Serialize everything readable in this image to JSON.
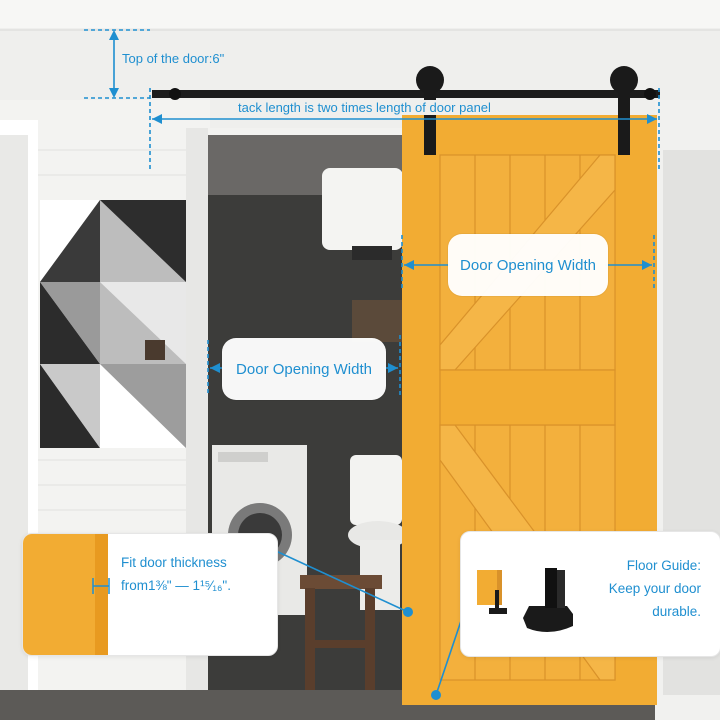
{
  "annotations": {
    "top_of_door": "Top of the door:6\"",
    "track_length": "tack length is two times length of door panel",
    "door_opening_width_right": "Door Opening Width",
    "door_opening_width_left": "Door Opening Width"
  },
  "thickness_card": {
    "line1": "Fit door thickness",
    "line2": "from1⅜\" — 1¹⁵⁄₁₆\"."
  },
  "floor_guide_card": {
    "line1": "Floor Guide:",
    "line2": "Keep your door",
    "line3": "durable."
  },
  "colors": {
    "door": "#f2ac33",
    "accent": "#1f8fd0",
    "track": "#1c1c1c"
  },
  "icons": [
    "track-roller-icon",
    "floor-guide-icon"
  ]
}
